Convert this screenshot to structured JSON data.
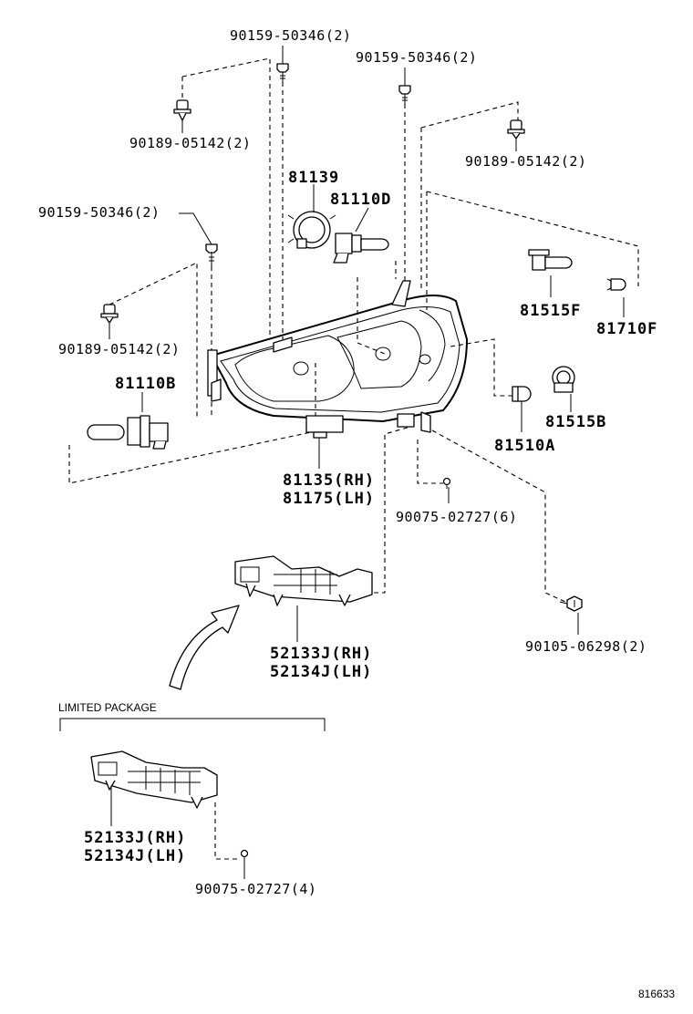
{
  "labels": {
    "p_9015950346_top1": "90159-50346(2)",
    "p_9015950346_top2": "90159-50346(2)",
    "p_9018905142_left_top": "90189-05142(2)",
    "p_9018905142_right": "90189-05142(2)",
    "p_81139": "81139",
    "p_81110D": "81110D",
    "p_9015950346_left": "90159-50346(2)",
    "p_81515F": "81515F",
    "p_81710F": "81710F",
    "p_9018905142_left_mid": "90189-05142(2)",
    "p_81110B": "81110B",
    "p_81515B": "81515B",
    "p_81510A": "81510A",
    "p_81135": "81135(RH)",
    "p_81175": "81175(LH)",
    "p_9007502727_6": "90075-02727(6)",
    "p_52133J_a": "52133J(RH)",
    "p_52134J_a": "52134J(LH)",
    "p_9010506298": "90105-06298(2)",
    "limited_package": "LIMITED PACKAGE",
    "p_52133J_b": "52133J(RH)",
    "p_52134J_b": "52134J(LH)",
    "p_9007502727_4": "90075-02727(4)",
    "figure_number": "816633"
  }
}
